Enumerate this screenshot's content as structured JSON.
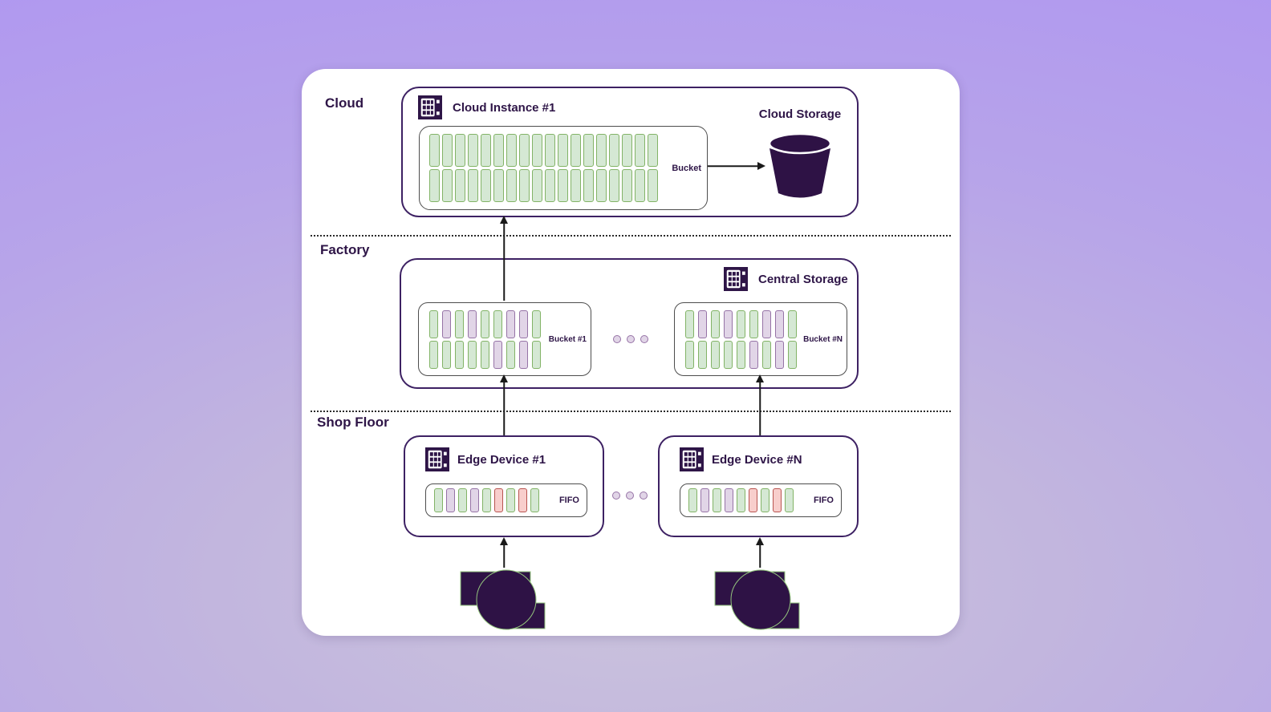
{
  "colors": {
    "g_fill": "#d5e8d4",
    "g_stroke": "#82b366",
    "p_fill": "#e1d5e7",
    "p_stroke": "#9673a6",
    "r_fill": "#f8cecc",
    "r_stroke": "#b85450",
    "dark": "#2e1547",
    "box_border": "#3d2163",
    "machine_stroke": "#93c47d",
    "card_bg": "#ffffff"
  },
  "sections": {
    "cloud_label": "Cloud",
    "factory_label": "Factory",
    "shop_floor_label": "Shop Floor"
  },
  "cloud": {
    "instance_title": "Cloud Instance #1",
    "bucket_label": "Bucket",
    "storage_label": "Cloud Storage",
    "bucket_rows": [
      [
        "g",
        "g",
        "g",
        "g",
        "g",
        "g",
        "g",
        "g",
        "g",
        "g",
        "g",
        "g",
        "g",
        "g",
        "g",
        "g",
        "g",
        "g"
      ],
      [
        "g",
        "g",
        "g",
        "g",
        "g",
        "g",
        "g",
        "g",
        "g",
        "g",
        "g",
        "g",
        "g",
        "g",
        "g",
        "g",
        "g",
        "g"
      ]
    ]
  },
  "factory": {
    "title": "Central Storage",
    "bucket1_label": "Bucket #1",
    "bucket1_rows": [
      [
        "g",
        "p",
        "g",
        "p",
        "g",
        "g",
        "p",
        "p",
        "g"
      ],
      [
        "g",
        "g",
        "g",
        "g",
        "g",
        "p",
        "g",
        "p",
        "g"
      ]
    ],
    "bucketN_label": "Bucket #N",
    "bucketN_rows": [
      [
        "g",
        "p",
        "g",
        "p",
        "g",
        "g",
        "p",
        "p",
        "g"
      ],
      [
        "g",
        "g",
        "g",
        "g",
        "g",
        "p",
        "g",
        "p",
        "g"
      ]
    ],
    "ellipsis_count": 3
  },
  "shop_floor": {
    "device1_title": "Edge Device #1",
    "device1_fifo_label": "FIFO",
    "device1_bars": [
      "g",
      "p",
      "g",
      "p",
      "g",
      "r",
      "g",
      "r",
      "g"
    ],
    "deviceN_title": "Edge Device #N",
    "deviceN_fifo_label": "FIFO",
    "deviceN_bars": [
      "g",
      "p",
      "g",
      "p",
      "g",
      "r",
      "g",
      "r",
      "g"
    ],
    "ellipsis_count": 3
  }
}
